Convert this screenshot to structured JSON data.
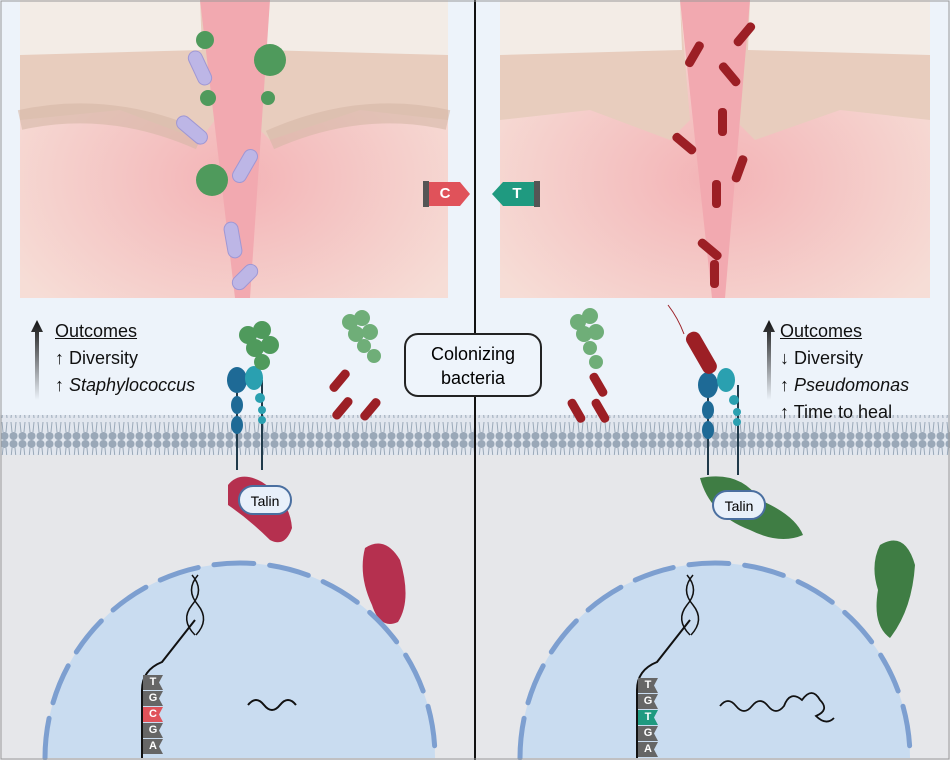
{
  "left_panel": {
    "allele_marker": "C",
    "outcomes": {
      "title": "Outcomes",
      "items": [
        {
          "arrow": "↑",
          "text": "Diversity",
          "italic": false
        },
        {
          "arrow": "↑",
          "text": "Staphylococcus",
          "italic": true
        }
      ]
    },
    "talin_label": "Talin",
    "dna_bases": [
      "T",
      "G",
      "C",
      "G",
      "A"
    ],
    "highlight_base": "C"
  },
  "center": {
    "label_line1": "Colonizing",
    "label_line2": "bacteria"
  },
  "right_panel": {
    "allele_marker": "T",
    "outcomes": {
      "title": "Outcomes",
      "items": [
        {
          "arrow": "↓",
          "text": "Diversity",
          "italic": false
        },
        {
          "arrow": "↑",
          "text": "Pseudomonas",
          "italic": true
        },
        {
          "arrow": "↑",
          "text": "Time to heal",
          "italic": false
        }
      ]
    },
    "talin_label": "Talin",
    "dna_bases": [
      "T",
      "G",
      "T",
      "G",
      "A"
    ],
    "highlight_base": "T"
  },
  "colors": {
    "c_allele": "#e0525a",
    "t_allele": "#1f9a80",
    "staph_green": "#4f9a5c",
    "pseudomonas_red": "#9c1f25",
    "talin_left": "#b5304f",
    "talin_right": "#3f7d44",
    "nucleus": "#c9dcf0",
    "cell_bg": "#e6e7ea",
    "extracellular_bg": "#edf3fa"
  }
}
